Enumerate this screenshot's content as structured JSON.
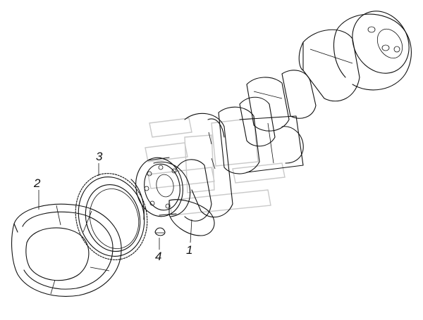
{
  "diagram": {
    "parts": [
      {
        "id": "crankshaft",
        "callout": "1"
      },
      {
        "id": "counterweight",
        "callout": "2"
      },
      {
        "id": "ring-gear",
        "callout": "3"
      },
      {
        "id": "key",
        "callout": "4"
      }
    ]
  }
}
